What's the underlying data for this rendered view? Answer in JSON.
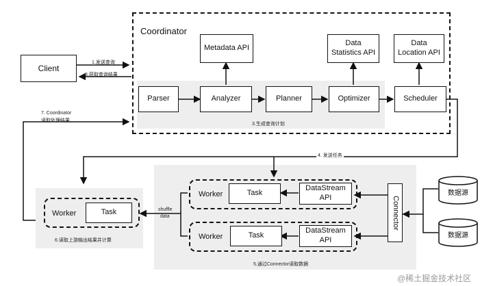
{
  "coordinator": {
    "title": "Coordinator",
    "parser": "Parser",
    "analyzer": "Analyzer",
    "planner": "Planner",
    "optimizer": "Optimizer",
    "scheduler": "Scheduler",
    "metadata_api": "Metadata API",
    "data_statistics_api_line1": "Data",
    "data_statistics_api_line2": "Statistics API",
    "data_location_api_line1": "Data",
    "data_location_api_line2": "Location API",
    "plan_label": "3.生成查询计划"
  },
  "client": {
    "label": "Client",
    "send_query": "1.发送查询",
    "get_result": "8.获取查询结果"
  },
  "coordinator_read_label_line1": "7. Coordinator",
  "coordinator_read_label_line2": "读取处理结果",
  "send_task_label": "4. 发送任务",
  "upstream": {
    "worker": "Worker",
    "task": "Task",
    "caption": "6.读取上游输出结果并计算",
    "shuffle_line1": "shuffle",
    "shuffle_line2": "data"
  },
  "workers": [
    {
      "worker": "Worker",
      "task": "Task",
      "ds_line1": "DataStream",
      "ds_line2": "API"
    },
    {
      "worker": "Worker",
      "task": "Task",
      "ds_line1": "DataStream",
      "ds_line2": "API"
    }
  ],
  "connector": "Connector",
  "datasources": [
    "数据源",
    "数据源"
  ],
  "connector_caption": "5.通过Connector读取数据",
  "watermark": "@稀土掘金技术社区"
}
